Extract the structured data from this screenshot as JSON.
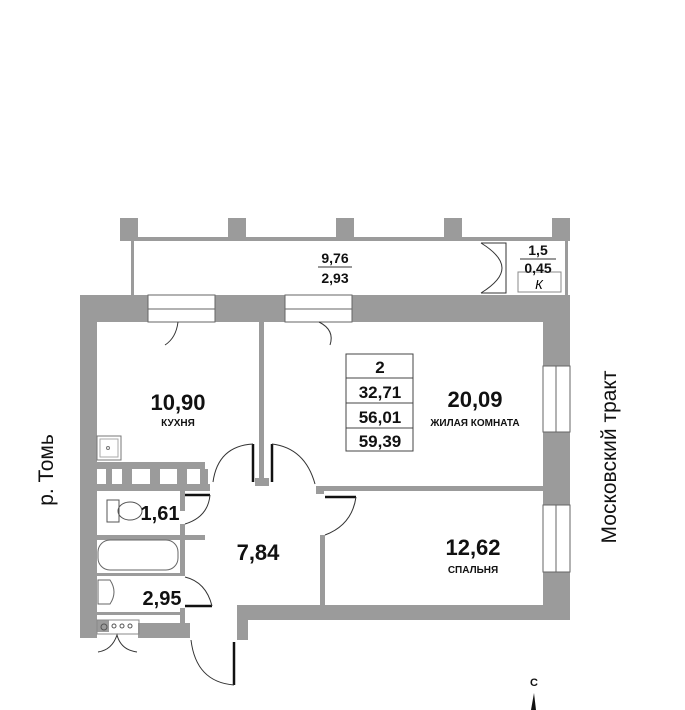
{
  "balcony": {
    "area": "9,76",
    "reduced_area": "2,93"
  },
  "closet": {
    "area": "1,5",
    "reduced_area": "0,45",
    "label": "К"
  },
  "summary": {
    "rooms": "2",
    "living_area": "32,71",
    "total_area": "56,01",
    "total_with_balcony": "59,39"
  },
  "rooms": {
    "kitchen": {
      "area": "10,90",
      "label": "КУХНЯ"
    },
    "living": {
      "area": "20,09",
      "label": "ЖИЛАЯ КОМНАТА"
    },
    "bedroom": {
      "area": "12,62",
      "label": "СПАЛЬНЯ"
    },
    "hall": {
      "area": "7,84"
    },
    "toilet": {
      "area": "1,61"
    },
    "bathroom": {
      "area": "2,95"
    }
  },
  "orientation": {
    "left": "р. Томь",
    "right": "Московский тракт",
    "north": "С"
  },
  "colors": {
    "wall": "#9b9b9b"
  }
}
